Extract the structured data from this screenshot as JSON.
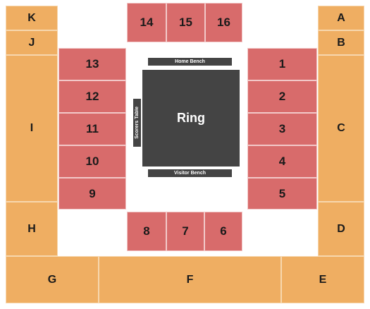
{
  "venue": {
    "ring": "Ring",
    "home_bench": "Home Bench",
    "visitor_bench": "Visitor Bench",
    "scorers_table": "Scorers Table"
  },
  "colors": {
    "floor_section": "#d86b6b",
    "upper_section": "#efae62",
    "court": "#444444"
  },
  "sections": {
    "s1": "1",
    "s2": "2",
    "s3": "3",
    "s4": "4",
    "s5": "5",
    "s6": "6",
    "s7": "7",
    "s8": "8",
    "s9": "9",
    "s10": "10",
    "s11": "11",
    "s12": "12",
    "s13": "13",
    "s14": "14",
    "s15": "15",
    "s16": "16",
    "A": "A",
    "B": "B",
    "C": "C",
    "D": "D",
    "E": "E",
    "F": "F",
    "G": "G",
    "H": "H",
    "I": "I",
    "J": "J",
    "K": "K"
  }
}
